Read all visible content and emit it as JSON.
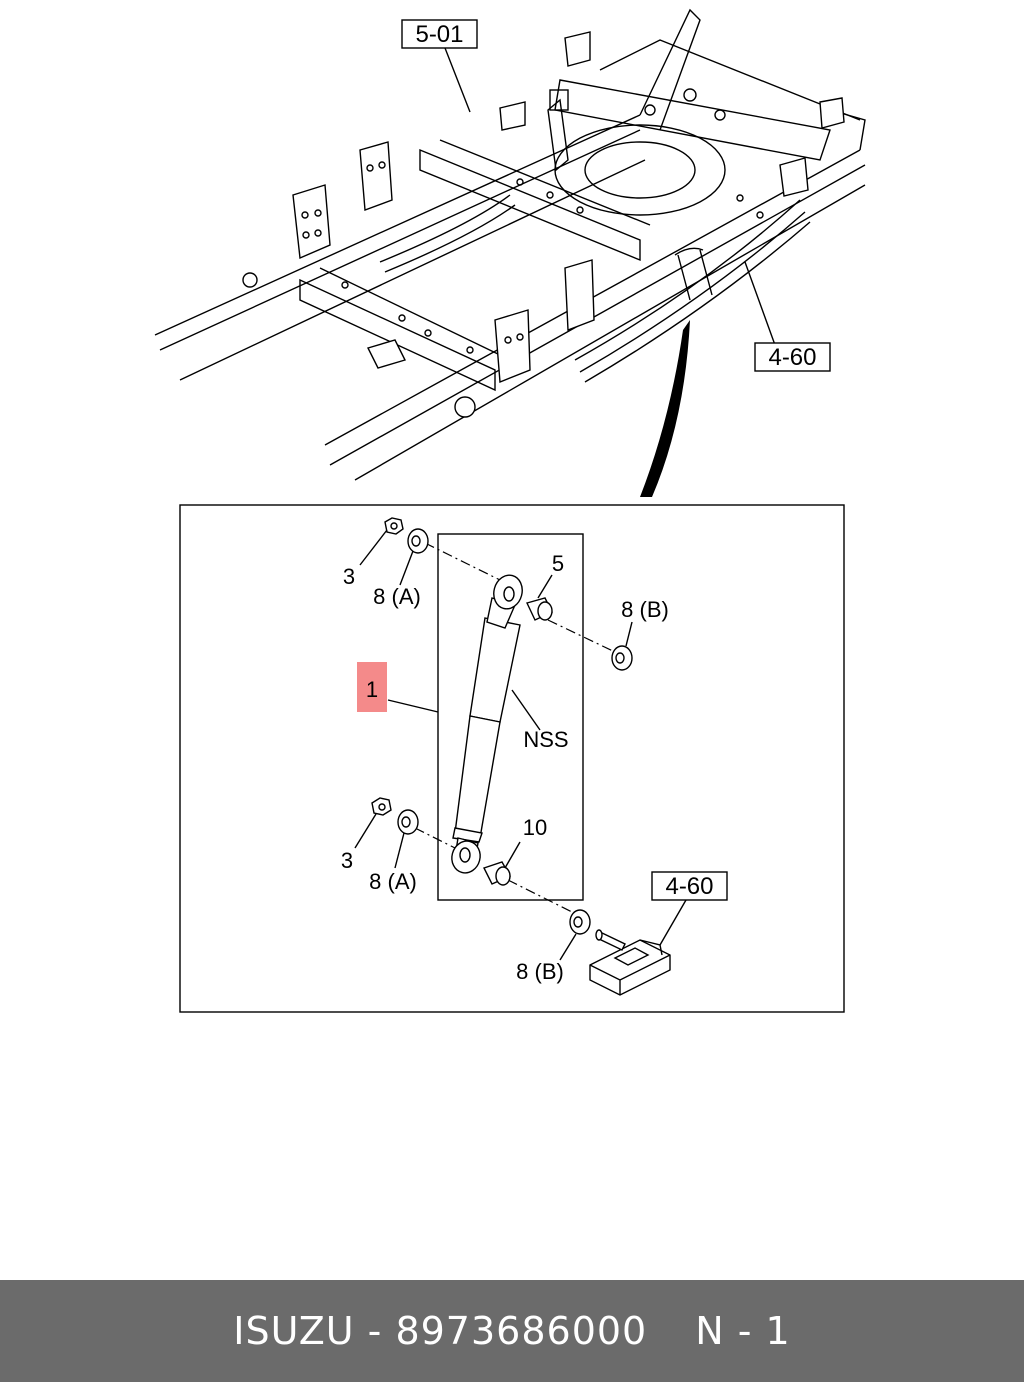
{
  "references": {
    "ref_top": "5-01",
    "ref_right": "4-60",
    "ref_inset": "4-60"
  },
  "labels": {
    "nut_top": "3",
    "washer_top": "8 (A)",
    "bushing_top": "5",
    "washer_right": "8 (B)",
    "shock_absorber": "1",
    "nss": "NSS",
    "nut_bottom": "3",
    "washer_bottom": "8 (A)",
    "bushing_bottom": "10",
    "washer_bottom_right": "8 (B)"
  },
  "footer": {
    "brand_part": "ISUZU - 8973686000",
    "page": "N - 1"
  },
  "colors": {
    "highlight": "#f48a8a",
    "footer_bg": "#6b6b6b"
  }
}
